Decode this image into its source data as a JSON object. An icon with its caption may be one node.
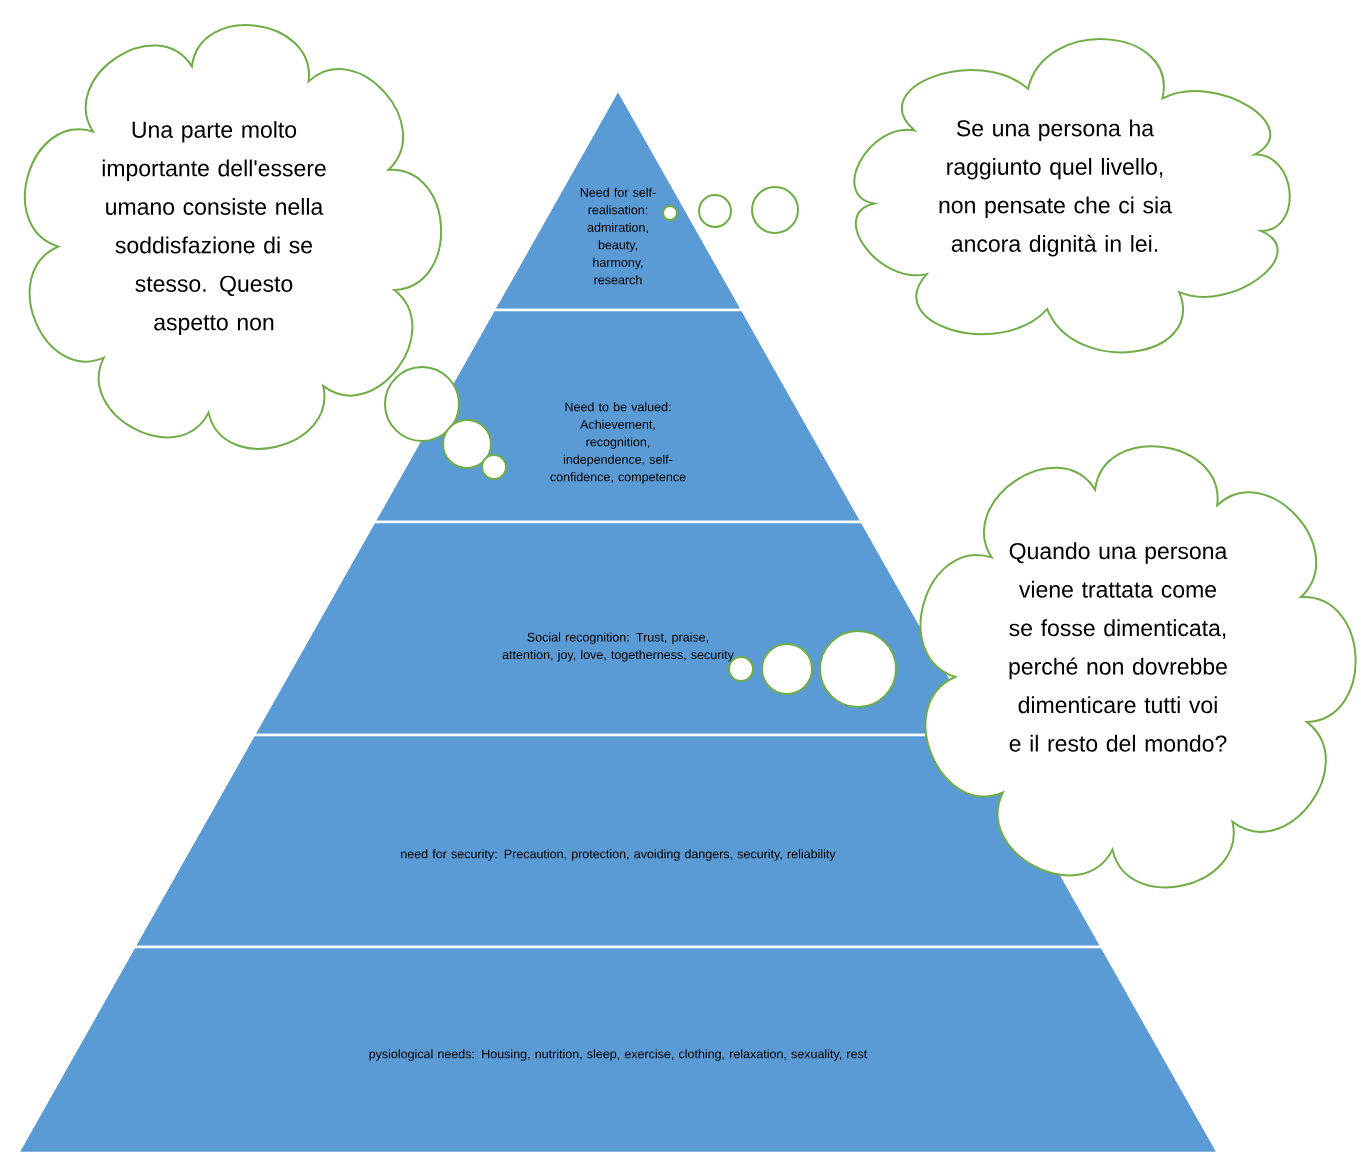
{
  "diagram": {
    "nodes": [
      {
        "text": [
          "Need for self-realisation: admiration, beauty, harmony, research"
        ]
      },
      {
        "text": [
          "Need to be valued: Achievement, recognition, independence, self-confidence, competence"
        ]
      },
      {
        "text": [
          "Social recognition: Trust, praise, attention, joy, love, togetherness, security"
        ]
      },
      {
        "text": [
          "need for security: Precaution, protection, avoiding dangers, security, reliability"
        ]
      },
      {
        "text": [
          "pysiological needs: Housing, nutrition, sleep, exercise, clothing, relaxation, sexuality, rest"
        ]
      },
      {
        "text": [
          "Una parte molto importante dell'essere umano consiste nella soddisfazione di se stesso. Questo aspetto non"
        ]
      },
      {
        "text": [
          "Se una persona ha raggiunto quel livello, non pensate che ci sia ancora dignità in lei."
        ]
      },
      {
        "text": [
          "Quando una persona viene trattata come se fosse dimenticata, perché non dovrebbe dimenticare tutti voi e il resto del mondo?"
        ]
      }
    ]
  }
}
